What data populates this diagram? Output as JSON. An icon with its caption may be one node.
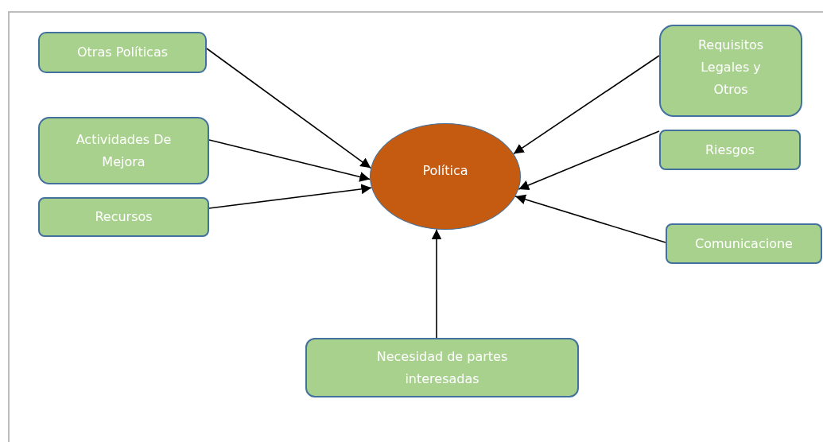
{
  "diagram": {
    "nodes": [
      {
        "text": [
          "Otras Políticas"
        ]
      },
      {
        "text": [
          "Requisitos Legales y Otros"
        ]
      },
      {
        "text": [
          "Actividades De Mejora"
        ]
      },
      {
        "text": [
          "Política"
        ]
      },
      {
        "text": [
          "Riesgos"
        ]
      },
      {
        "text": [
          "Recursos"
        ]
      },
      {
        "text": [
          "Comunicacione"
        ]
      },
      {
        "text": [
          "Necesidad de partes interesadas"
        ]
      }
    ],
    "edges": [
      {
        "from": 0,
        "to": 3,
        "arrow": "to"
      },
      {
        "from": 1,
        "to": 3,
        "arrow": "to"
      },
      {
        "from": 2,
        "to": 3,
        "arrow": "to"
      },
      {
        "from": 4,
        "to": 3,
        "arrow": "to"
      },
      {
        "from": 5,
        "to": 3,
        "arrow": "to"
      },
      {
        "from": 6,
        "to": 3,
        "arrow": "to"
      },
      {
        "from": 7,
        "to": 3,
        "arrow": "to"
      }
    ]
  }
}
